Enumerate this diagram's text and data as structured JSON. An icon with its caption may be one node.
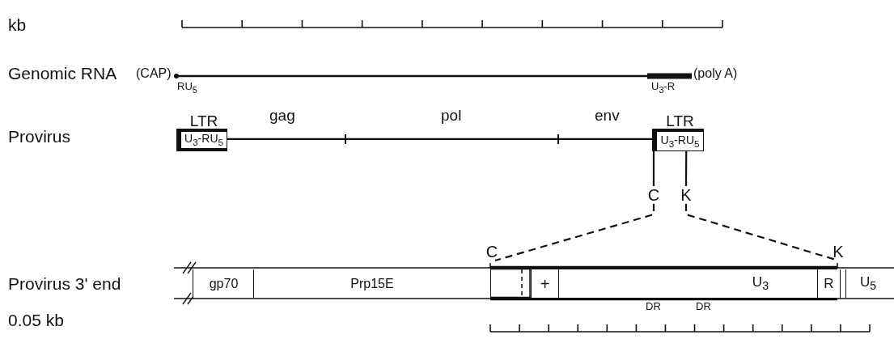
{
  "diagram": {
    "nodes": [
      {
        "text": [
          "U$_{3}$-RU$_{5}$"
        ],
        "beside": [
          "LTR"
        ]
      },
      {
        "text": [
          "U$_{3}$-RU$_{5}$"
        ],
        "beside": [
          "LTR"
        ]
      },
      {
        "text": [
          "C"
        ]
      },
      {
        "text": [
          "K"
        ]
      },
      {
        "text": [
          "C"
        ]
      },
      {
        "text": [
          "K"
        ]
      },
      {
        "text": [
          "gp70"
        ]
      },
      {
        "text": [
          "Prp15E"
        ]
      },
      {
        "text": [],
        "shape": "box"
      },
      {
        "text": [
          "+"
        ]
      },
      {
        "text": [
          "U$_{3}$"
        ]
      },
      {
        "text": [
          "R"
        ]
      },
      {
        "text": [
          "U$_{5}$"
        ]
      }
    ],
    "edges": [
      {
        "from": 2,
        "to": 4,
        "arrow": "none",
        "style": "dashed"
      },
      {
        "from": 3,
        "to": 5,
        "arrow": "none",
        "style": "dashed"
      },
      {
        "from": 1,
        "to": 3,
        "arrow": "none"
      },
      {
        "from": 1,
        "to": 2,
        "arrow": "none"
      },
      {
        "from": 0,
        "to": 1,
        "arrow": "none"
      }
    ],
    "labels": [
      "kb",
      "Genomic RNA",
      "(CAP)",
      "RU$_{5}$",
      "U$_{3}$-R",
      "(poly A)",
      "Provirus",
      "gag",
      "pol",
      "env",
      "Provirus 3' end",
      "DR",
      "DR",
      "0.05 kb"
    ]
  }
}
